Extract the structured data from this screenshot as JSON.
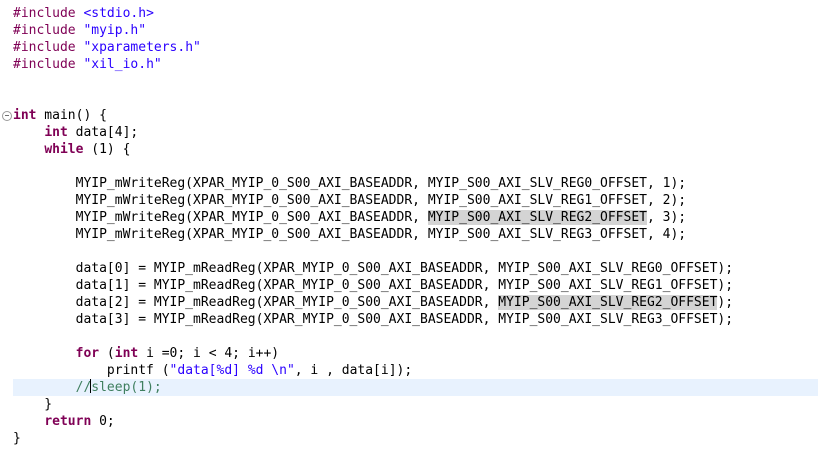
{
  "editor": {
    "lines": [
      {
        "pre": "#include",
        "rest": " ",
        "str": "<stdio.h>"
      },
      {
        "pre": "#include",
        "rest": " ",
        "str": "\"myip.h\""
      },
      {
        "pre": "#include",
        "rest": " ",
        "str": "\"xparameters.h\""
      },
      {
        "pre": "#include",
        "rest": " ",
        "str": "\"xil_io.h\""
      }
    ],
    "main_sig": {
      "kw": "int",
      "rest": " main() {"
    },
    "decl": {
      "indent": "    ",
      "kw": "int",
      "rest": " data[4];"
    },
    "while_line": {
      "indent": "    ",
      "kw": "while",
      "rest": " (1) {"
    },
    "writes": [
      {
        "a": "        MYIP_mWriteReg(XPAR_MYIP_0_S00_AXI_BASEADDR, ",
        "b": "MYIP_S00_AXI_SLV_REG0_OFFSET",
        "c": ", 1);"
      },
      {
        "a": "        MYIP_mWriteReg(XPAR_MYIP_0_S00_AXI_BASEADDR, ",
        "b": "MYIP_S00_AXI_SLV_REG1_OFFSET",
        "c": ", 2);"
      },
      {
        "a": "        MYIP_mWriteReg(XPAR_MYIP_0_S00_AXI_BASEADDR, ",
        "b": "MYIP_S00_AXI_SLV_REG2_OFFSET",
        "c": ", 3);"
      },
      {
        "a": "        MYIP_mWriteReg(XPAR_MYIP_0_S00_AXI_BASEADDR, ",
        "b": "MYIP_S00_AXI_SLV_REG3_OFFSET",
        "c": ", 4);"
      }
    ],
    "reads": [
      {
        "a": "        data[0] = MYIP_mReadReg(XPAR_MYIP_0_S00_AXI_BASEADDR, ",
        "b": "MYIP_S00_AXI_SLV_REG0_OFFSET",
        "c": ");"
      },
      {
        "a": "        data[1] = MYIP_mReadReg(XPAR_MYIP_0_S00_AXI_BASEADDR, ",
        "b": "MYIP_S00_AXI_SLV_REG1_OFFSET",
        "c": ");"
      },
      {
        "a": "        data[2] = MYIP_mReadReg(XPAR_MYIP_0_S00_AXI_BASEADDR, ",
        "b": "MYIP_S00_AXI_SLV_REG2_OFFSET",
        "c": ");"
      },
      {
        "a": "        data[3] = MYIP_mReadReg(XPAR_MYIP_0_S00_AXI_BASEADDR, ",
        "b": "MYIP_S00_AXI_SLV_REG3_OFFSET",
        "c": ");"
      }
    ],
    "for_line": {
      "indent": "        ",
      "kw1": "for",
      "mid": " (",
      "kw2": "int",
      "rest": " i =0; i < 4; i++)"
    },
    "printf_line": {
      "a": "            printf (",
      "str": "\"data[%d] %d \\n\"",
      "c": ", i , data[i]);"
    },
    "comment_line": {
      "indent": "        ",
      "before": "//",
      "after": "sleep(1);"
    },
    "close_while": "    }",
    "return_line": {
      "indent": "    ",
      "kw": "return",
      "rest": " 0;"
    },
    "close_main": "}"
  },
  "colors": {
    "keyword": "#7f0055",
    "string": "#2a00ff",
    "comment": "#3f7f5f",
    "occurrence_highlight": "#d4d4d4",
    "current_line": "#e8f2fe"
  }
}
